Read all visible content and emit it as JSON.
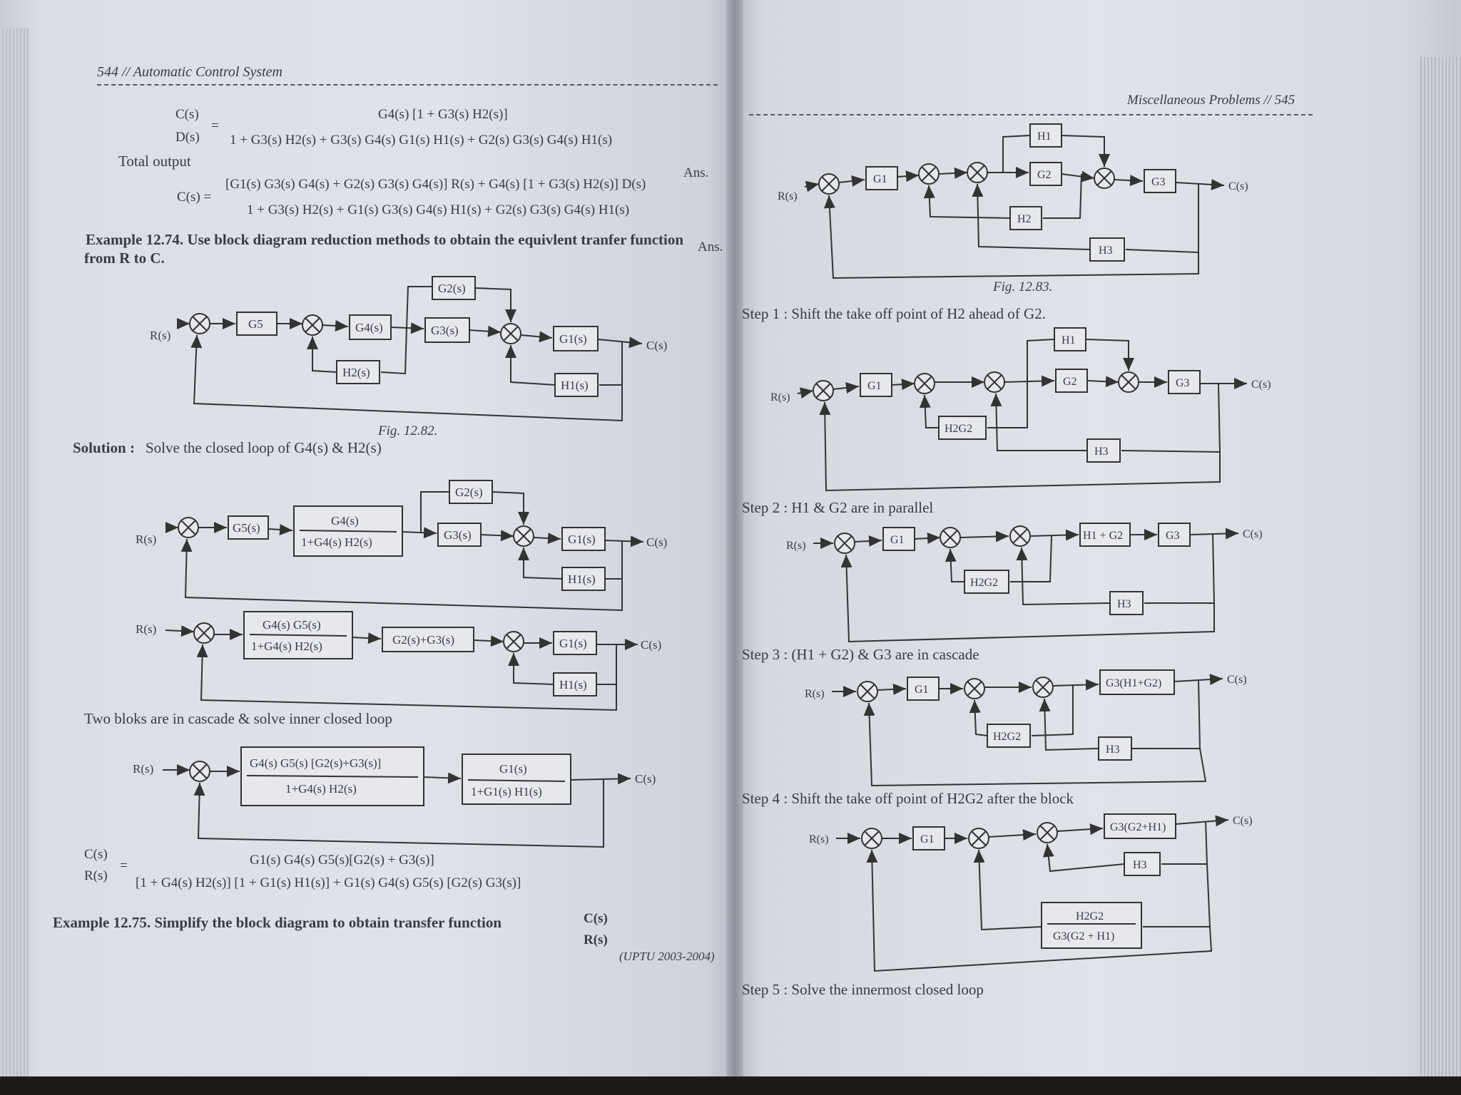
{
  "left": {
    "header": "544 // Automatic Control System",
    "eq1_lhs_num": "C(s)",
    "eq1_lhs_den": "D(s)",
    "eq1_num": "G4(s) [1 + G3(s) H2(s)]",
    "eq1_den": "1 + G3(s) H2(s) + G3(s) G4(s) G1(s) H1(s) + G2(s) G3(s) G4(s) H1(s)",
    "ans": "Ans.",
    "total_output": "Total output",
    "eq2_lhs": "C(s) =",
    "eq2_num": "[G1(s) G3(s) G4(s) + G2(s) G3(s) G4(s)] R(s) + G4(s) [1 + G3(s) H2(s)] D(s)",
    "eq2_den": "1 + G3(s) H2(s) + G1(s) G3(s) G4(s) H1(s) + G2(s) G3(s) G4(s) H1(s)",
    "example_74_line1": "Example 12.74. Use block diagram reduction methods to obtain the equivlent tranfer function",
    "example_74_line2": "from R to C.",
    "fig_82_caption": "Fig. 12.82.",
    "solution": "Solution :",
    "solution_text": "Solve the closed loop of G4(s) & H2(s)",
    "cascade_text": "Two bloks are in cascade & solve inner closed loop",
    "final_lhs_num": "C(s)",
    "final_lhs_den": "R(s)",
    "final_num": "G1(s)  G4(s) G5(s)[G2(s) + G3(s)]",
    "final_den": "[1 + G4(s) H2(s)]  [1 + G1(s) H1(s)] + G1(s) G4(s) G5(s) [G2(s) G3(s)]",
    "example_75": "Example 12.75. Simplify the block diagram to obtain transfer function",
    "example_75_frac_num": "C(s)",
    "example_75_frac_den": "R(s)",
    "uptu": "(UPTU 2003-2004)"
  },
  "right": {
    "header": "Miscellaneous Problems // 545",
    "fig_83_caption": "Fig. 12.83.",
    "step1": "Step 1 : Shift the take off point of H2 ahead of G2.",
    "step2": "Step 2 : H1 & G2 are in parallel",
    "step3": "Step 3 : (H1 + G2) & G3 are in cascade",
    "step4": "Step 4 : Shift the take off point of H2G2 after the block",
    "step5": "Step 5 : Solve the innermost closed loop"
  },
  "labels": {
    "R": "R(s)",
    "C": "C(s)",
    "G1": "G1",
    "G2": "G2",
    "G3": "G3",
    "H1": "H1",
    "H2": "H2",
    "H3": "H3",
    "G1s": "G1(s)",
    "G2s": "G2(s)",
    "G3s": "G3(s)",
    "G4s": "G4(s)",
    "G5s": "G5(s)",
    "H1s": "H1(s)",
    "H2s": "H2(s)",
    "G5": "G5",
    "G4_closed_num": "G4(s)",
    "G4_closed_den": "1+G4(s) H2(s)",
    "G4G5_num": "G4(s) G5(s)",
    "G4G5_den": "1+G4(s) H2(s)",
    "G2plusG3": "G2(s)+G3(s)",
    "fwd_num": "G4(s) G5(s) [G2(s)+G3(s)]",
    "fwd_den": "1+G4(s) H2(s)",
    "fb_num": "G1(s)",
    "fb_den": "1+G1(s) H1(s)",
    "H2G2": "H2G2",
    "H1plusG2": "H1 + G2",
    "G3H1G2": "G3(H1+G2)",
    "G3G2H1": "G3(G2+H1)",
    "H2G2_num": "H2G2",
    "H2G2_den": "G3(G2 + H1)"
  }
}
